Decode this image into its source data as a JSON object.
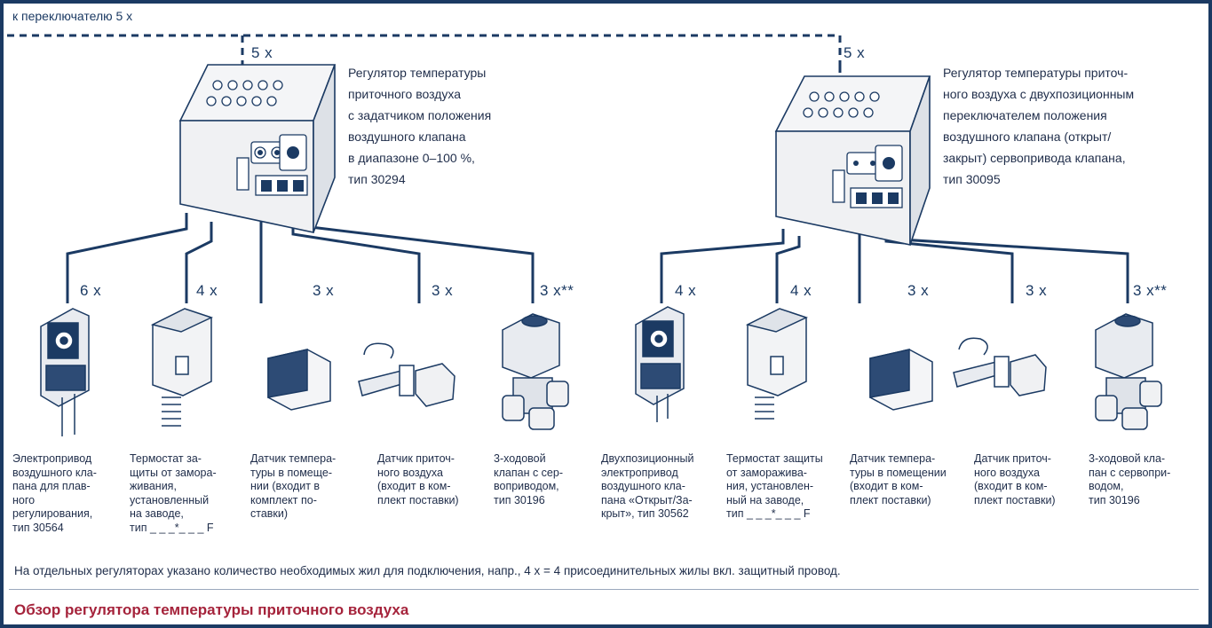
{
  "top_note": "к переключателю 5 x",
  "controllers": [
    {
      "count": "5 x",
      "lines": [
        "Регулятор температуры",
        "приточного воздуха",
        "с задатчиком положения",
        "воздушного клапана",
        "в диапазоне 0–100 %,",
        "тип 30294"
      ]
    },
    {
      "count": "5 x",
      "lines": [
        "Регулятор температуры приточ-",
        "ного воздуха с двухпозиционным",
        "переключателем положения",
        "воздушного клапана (открыт/",
        "закрыт) сервопривода клапана,",
        "тип 30095"
      ]
    }
  ],
  "devices": [
    {
      "count": "6 x",
      "lines": [
        "Электропривод",
        "воздушного кла-",
        "пана для плав-",
        "ного",
        "регулирования,",
        "тип 30564"
      ]
    },
    {
      "count": "4 x",
      "lines": [
        "Термостат за-",
        "щиты от замора-",
        "живания,",
        "установленный",
        "на заводе,",
        "тип _ _ _*_ _ _ F"
      ]
    },
    {
      "count": "3 x",
      "lines": [
        "Датчик темпера-",
        "туры в помеще-",
        "нии (входит в",
        "комплект по-",
        "ставки)"
      ]
    },
    {
      "count": "3 x",
      "lines": [
        "Датчик приточ-",
        "ного воздуха",
        "(входит в ком-",
        "плект поставки)"
      ]
    },
    {
      "count": "3 x**",
      "lines": [
        "3-ходовой",
        "клапан с сер-",
        "воприводом,",
        "тип 30196"
      ]
    },
    {
      "count": "4 x",
      "lines": [
        "Двухпозиционный",
        "электропривод",
        "воздушного кла-",
        "пана «Открыт/За-",
        "крыт», тип 30562"
      ]
    },
    {
      "count": "4 x",
      "lines": [
        "Термостат защиты",
        "от заморажива-",
        "ния, установлен-",
        "ный на заводе,",
        "тип _ _ _*_ _ _ F"
      ]
    },
    {
      "count": "3 x",
      "lines": [
        "Датчик темпера-",
        "туры в помещении",
        "(входит в ком-",
        "плект поставки)"
      ]
    },
    {
      "count": "3 x",
      "lines": [
        "Датчик приточ-",
        "ного воздуха",
        "(входит в ком-",
        "плект поставки)"
      ]
    },
    {
      "count": "3 x**",
      "lines": [
        "3-ходовой кла-",
        "пан с сервопри-",
        "водом,",
        "тип 30196"
      ]
    }
  ],
  "icons": [
    "controller-box-icon",
    "actuator-icon",
    "thermostat-icon",
    "room-sensor-icon",
    "duct-sensor-icon",
    "valve-icon"
  ],
  "footnote": "На отдельных регуляторах указано количество необходимых жил для подключения, напр., 4 x = 4 присоединительных жилы вкл. защитный провод.",
  "title": "Обзор регулятора температуры приточного воздуха",
  "colors": {
    "line": "#1b3a63",
    "title": "#a5233b",
    "text": "#1f2d4a"
  }
}
